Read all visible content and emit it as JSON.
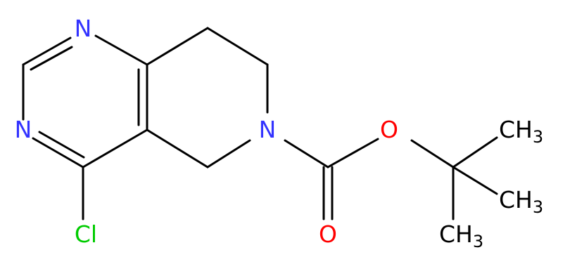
{
  "atoms": {
    "n_top": {
      "label": "N",
      "color": "#3333ff"
    },
    "n_left": {
      "label": "N",
      "color": "#3333ff"
    },
    "n_ring": {
      "label": "N",
      "color": "#3333ff"
    },
    "o_ether": {
      "label": "O",
      "color": "#ff0000"
    },
    "o_carbonyl": {
      "label": "O",
      "color": "#ff0000"
    },
    "cl": {
      "label": "Cl",
      "color": "#00cc00"
    },
    "methyl_1": {
      "label": "CH",
      "sub": "3",
      "color": "#000000"
    },
    "methyl_2": {
      "label": "CH",
      "sub": "3",
      "color": "#000000"
    },
    "methyl_3": {
      "label": "CH",
      "sub": "3",
      "color": "#000000"
    }
  },
  "bond_color": "#000000"
}
